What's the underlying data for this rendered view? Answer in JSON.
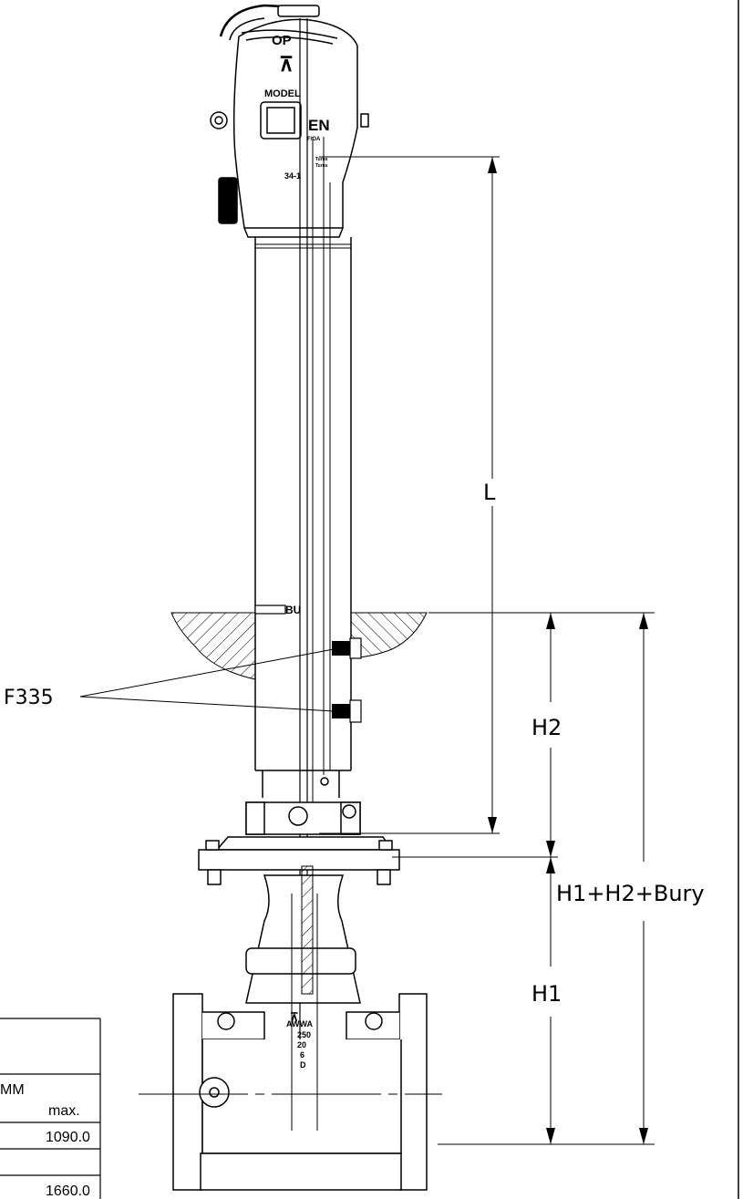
{
  "callouts": {
    "part": "F335",
    "length": "L",
    "h2": "H2",
    "total": "H1+H2+Bury",
    "h1": "H1"
  },
  "casting_text": {
    "hydrant_band": "OP",
    "hydrant_model": "MODEL",
    "tag_letters": "EN",
    "tag_small": "F/OA",
    "tag_turns_1": "Turns",
    "tag_turns_2": "Turns",
    "tag_number": "34-1",
    "bury_mark": "BU",
    "valve_standard": "AWWA",
    "valve_line1": "250",
    "valve_line2": "20",
    "valve_line3": "6",
    "valve_line4": "D"
  },
  "dimension_table": {
    "unit_header": "MM",
    "column_header": "max.",
    "rows": [
      "1090.0",
      "1660.0"
    ]
  }
}
